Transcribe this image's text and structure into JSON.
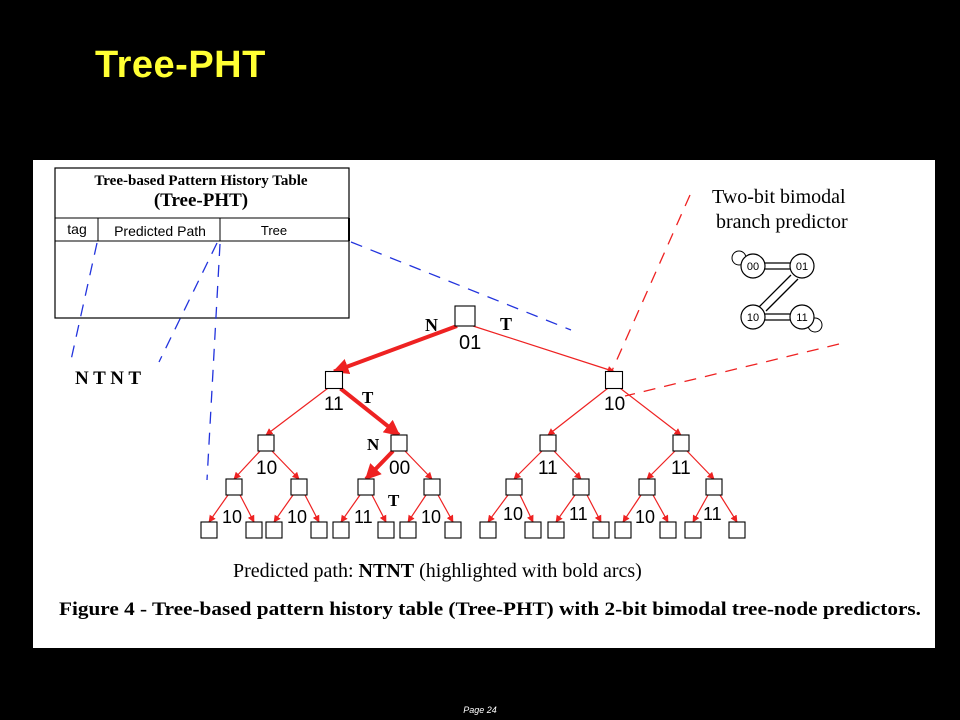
{
  "slide": {
    "title": "Tree-PHT",
    "page_label": "Page 24"
  },
  "colors": {
    "background": "#000000",
    "title": "#ffff33",
    "figure_background": "#ffffff",
    "tree_arc": "#ee2222",
    "dashed_blue": "#2233dd",
    "dashed_red": "#ee2222"
  },
  "pht_table": {
    "heading_line1": "Tree-based Pattern History Table",
    "heading_line2": "(Tree-PHT)",
    "col_tag": "tag",
    "col_predicted_path": "Predicted Path",
    "col_tree": "Tree"
  },
  "path_sequence": "N T N T",
  "bimodal": {
    "title_line1": "Two-bit bimodal",
    "title_line2": "branch predictor",
    "states": [
      "00",
      "01",
      "10",
      "11"
    ]
  },
  "tree": {
    "root_label": "01",
    "root_branch_n": "N",
    "root_branch_t": "T",
    "level1": [
      "11",
      "10"
    ],
    "level2": [
      "10",
      "00",
      "11",
      "11"
    ],
    "level3": [
      "10",
      "10",
      "11",
      "10",
      "10",
      "11",
      "10",
      "11"
    ],
    "path_arc_labels": [
      "T",
      "N",
      "T"
    ]
  },
  "predicted_path_caption": {
    "prefix": "Predicted path: ",
    "bold": "NTNT",
    "suffix": " (highlighted with bold arcs)"
  },
  "figure_caption": "Figure 4 - Tree-based pattern history table (Tree-PHT) with 2-bit bimodal tree-node predictors."
}
